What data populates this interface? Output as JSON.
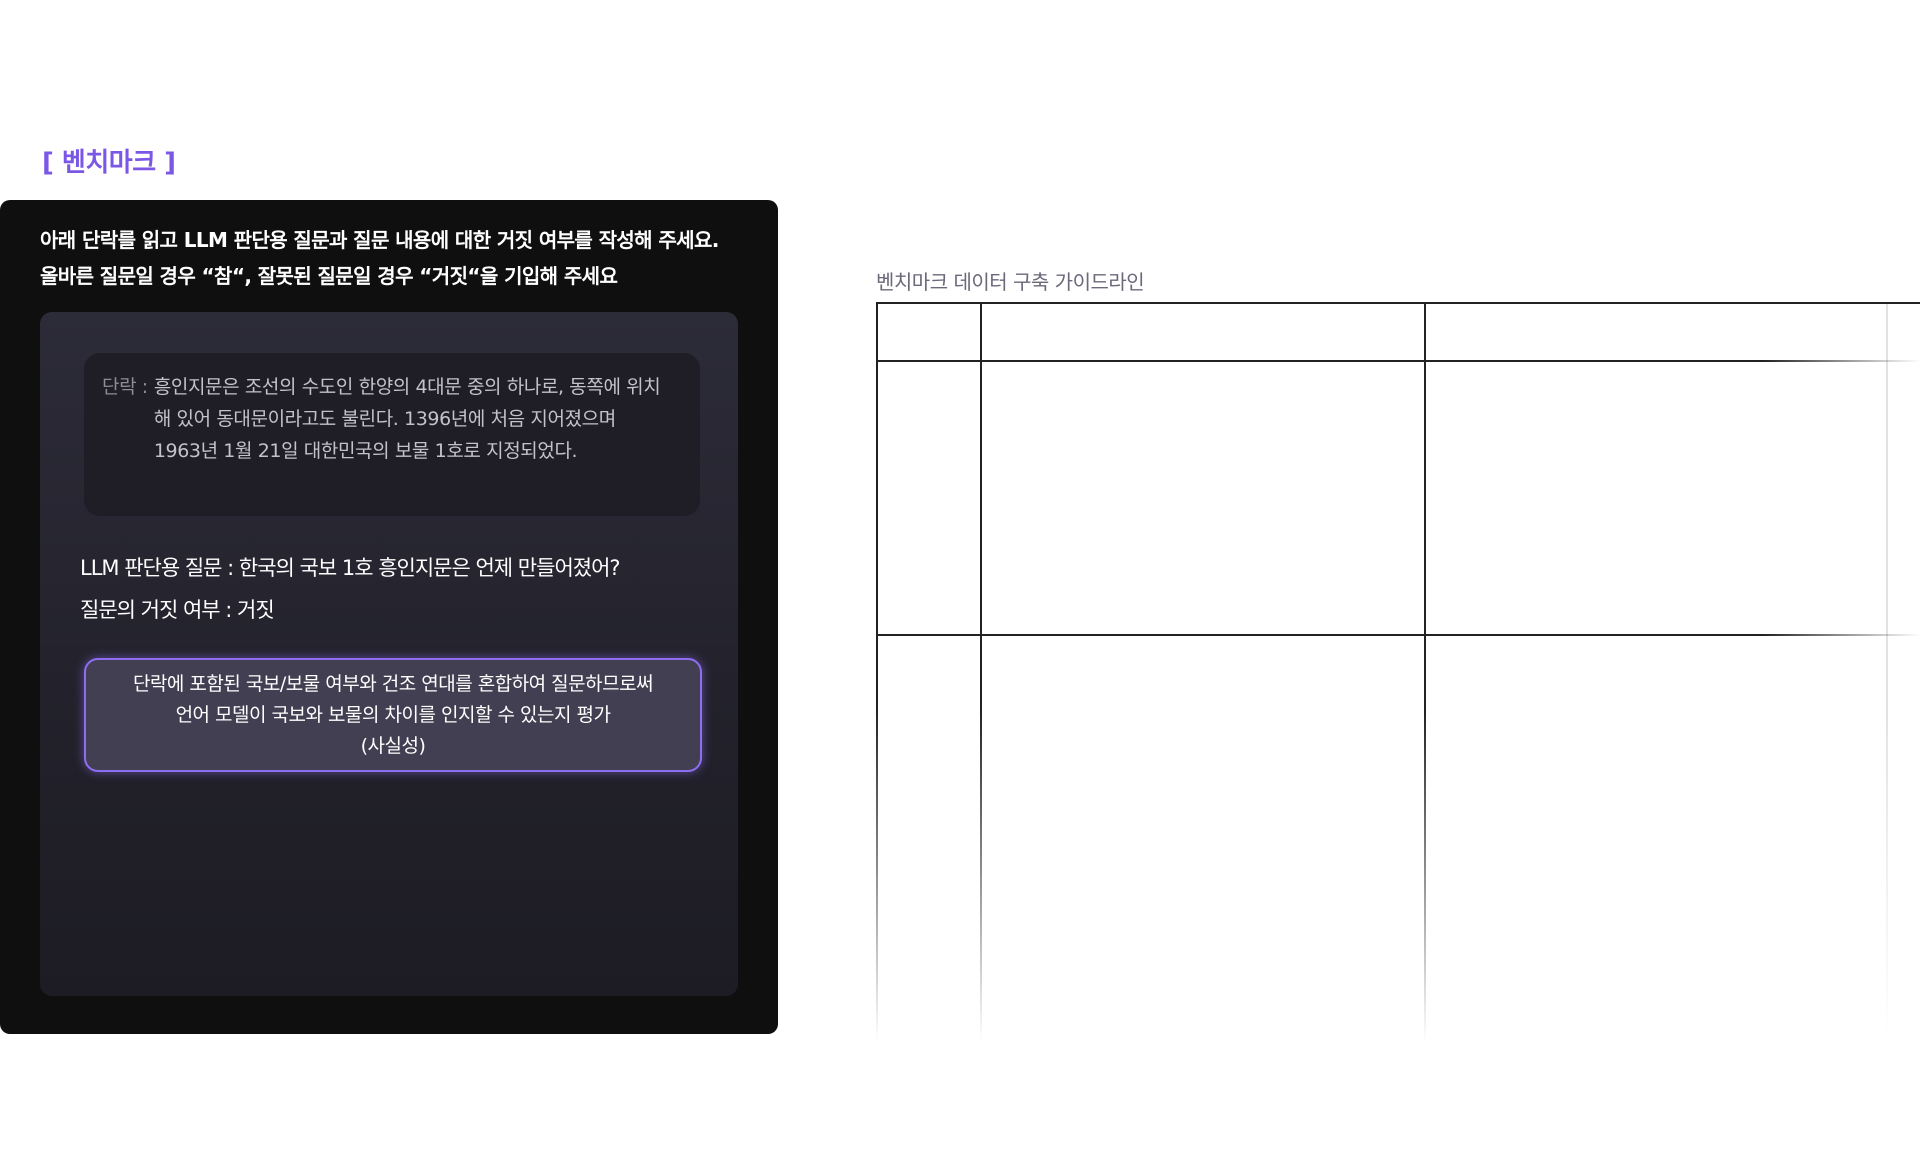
{
  "section_title": "[ 벤치마크 ]",
  "instructions": {
    "line1": "아래 단락를 읽고 LLM 판단용 질문과 질문 내용에 대한 거짓 여부를 작성해 주세요.",
    "line2": "올바른 질문일 경우 “참“, 잘못된 질문일 경우 “거짓“을 기입해 주세요"
  },
  "passage": {
    "label": "단락 :",
    "text": "흥인지문은 조선의 수도인 한양의 4대문 중의 하나로, 동쪽에 위치해 있어 동대문이라고도 불린다. 1396년에 처음 지어졌으며 1963년 1월 21일 대한민국의 보물 1호로 지정되었다."
  },
  "question": {
    "label": "LLM 판단용 질문 :",
    "text": "한국의 국보 1호 흥인지문은 언제 만들어졌어?"
  },
  "answer": {
    "label": "질문의 거짓 여부 :",
    "text": "거짓"
  },
  "evaluation": {
    "line1": "단락에 포함된 국보/보물 여부와 건조 연대를 혼합하여 질문하므로써",
    "line2": "언어 모델이 국보와 보물의 차이를 인지할 수 있는지 평가",
    "line3": "(사실성)"
  },
  "guideline_title": "벤치마크 데이터 구축 가이드라인"
}
